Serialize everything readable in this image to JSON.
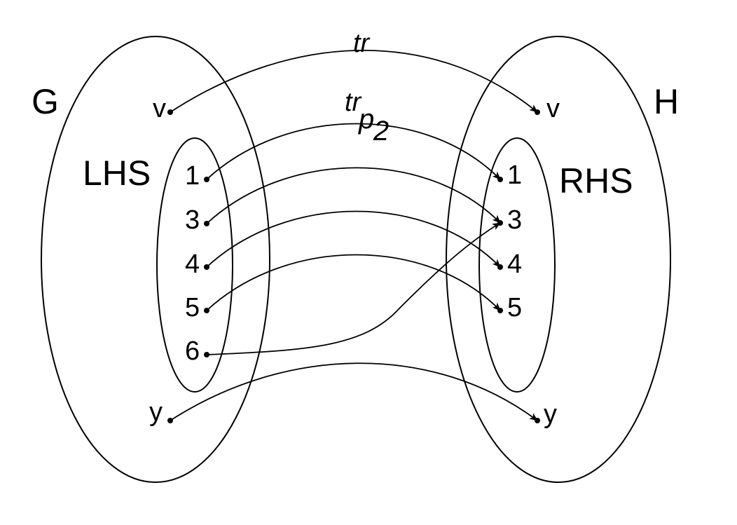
{
  "labels": {
    "graph_left": "G",
    "graph_right": "H",
    "rule_left": "LHS",
    "rule_right": "RHS",
    "morphism_outer": "tr",
    "morphism_inner_base": "tr",
    "morphism_inner_sub": "p",
    "morphism_inner_subsub": "2"
  },
  "left_nodes": {
    "v": "v",
    "n1": "1",
    "n3": "3",
    "n4": "4",
    "n5": "5",
    "n6": "6",
    "y": "y"
  },
  "right_nodes": {
    "v": "v",
    "n1": "1",
    "n3": "3",
    "n4": "4",
    "n5": "5",
    "y": "y"
  },
  "mappings": [
    {
      "from": "v",
      "to": "v"
    },
    {
      "from": "1",
      "to": "1"
    },
    {
      "from": "3",
      "to": "3"
    },
    {
      "from": "4",
      "to": "4"
    },
    {
      "from": "5",
      "to": "5"
    },
    {
      "from": "6",
      "to": "3"
    },
    {
      "from": "y",
      "to": "y"
    }
  ]
}
